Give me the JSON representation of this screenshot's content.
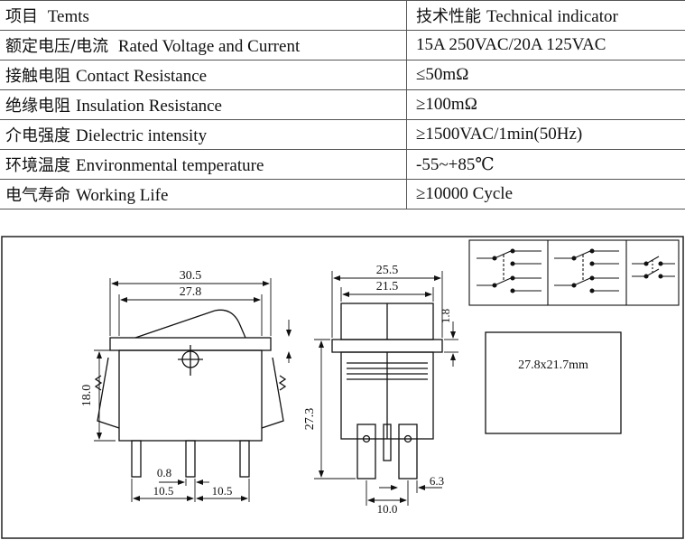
{
  "spec_table": {
    "header": {
      "label_cn": "项目",
      "label_en": "Temts",
      "value_cn": "技术性能",
      "value_en": "Technical indicator"
    },
    "rows": [
      {
        "cn": "额定电压/电流",
        "en": "Rated  Voltage and Current",
        "value": "15A  250VAC/20A  125VAC"
      },
      {
        "cn": "接触电阻",
        "en": "Contact Resistance",
        "value": "≤50mΩ"
      },
      {
        "cn": "绝缘电阻",
        "en": "Insulation  Resistance",
        "value": "≥100mΩ"
      },
      {
        "cn": "介电强度",
        "en": "Dielectric intensity",
        "value": "≥1500VAC/1min(50Hz)"
      },
      {
        "cn": "环境温度",
        "en": "Environmental temperature",
        "value": "-55~+85℃"
      },
      {
        "cn": "电气寿命",
        "en": "Working Life",
        "value": "≥10000 Cycle"
      }
    ]
  },
  "drawing": {
    "side_view": {
      "width_overall": "30.5",
      "width_body": "27.8",
      "height_body": "18.0",
      "terminal_width": "0.8",
      "pitch_left": "10.5",
      "pitch_right": "10.5"
    },
    "front_view": {
      "width_overall": "25.5",
      "width_body": "21.5",
      "flange": "1.8",
      "height": "27.3",
      "terminal_pitch": "10.0",
      "terminal_width": "6.3"
    },
    "panel_cutout": {
      "label": "27.8x21.7mm"
    }
  }
}
